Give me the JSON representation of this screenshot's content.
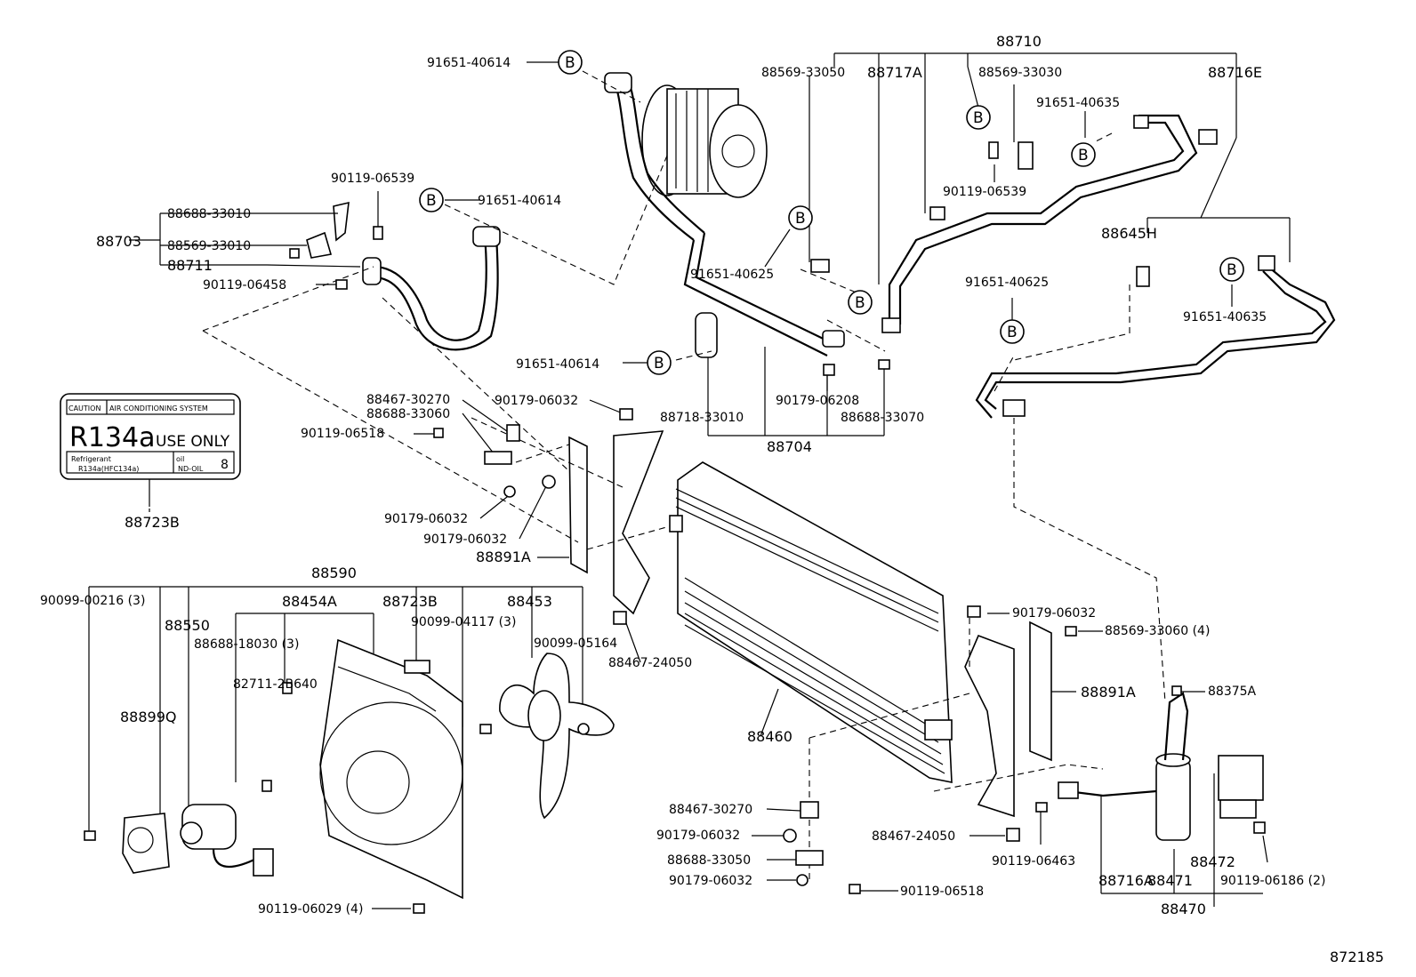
{
  "diagram_id": "872185",
  "callout_letter": "B",
  "labels": {
    "l_88710": "88710",
    "l_91651_40614_top": "91651-40614",
    "l_88569_33050": "88569-33050",
    "l_88717A": "88717A",
    "l_88569_33030": "88569-33030",
    "l_88716E": "88716E",
    "l_91651_40635_top": "91651-40635",
    "l_90119_06539_right": "90119-06539",
    "l_90119_06539_left": "90119-06539",
    "l_91651_40614_mid": "91651-40614",
    "l_88688_33010": "88688-33010",
    "l_88703": "88703",
    "l_88569_33010": "88569-33010",
    "l_88711": "88711",
    "l_90119_06458": "90119-06458",
    "l_91651_40625_mid": "91651-40625",
    "l_88645H": "88645H",
    "l_91651_40625_right": "91651-40625",
    "l_91651_40635_right": "91651-40635",
    "l_91651_40614_low": "91651-40614",
    "l_90179_06208": "90179-06208",
    "l_88718_33010": "88718-33010",
    "l_88688_33070": "88688-33070",
    "l_88704": "88704",
    "l_88467_30270_top": "88467-30270",
    "l_90179_06032_a": "90179-06032",
    "l_88688_33060": "88688-33060",
    "l_90119_06518_left": "90119-06518",
    "l_90179_06032_b": "90179-06032",
    "l_90179_06032_c": "90179-06032",
    "l_88891A_left": "88891A",
    "l_88723B_label": "88723B",
    "l_88590": "88590",
    "l_90099_00216": "90099-00216 (3)",
    "l_88454A": "88454A",
    "l_88723B_fan": "88723B",
    "l_88453": "88453",
    "l_88550": "88550",
    "l_90099_04117": "90099-04117 (3)",
    "l_88688_18030": "88688-18030 (3)",
    "l_90099_05164": "90099-05164",
    "l_82711_2B640": "82711-2B640",
    "l_88467_24050_top": "88467-24050",
    "l_88899Q": "88899Q",
    "l_88460": "88460",
    "l_90179_06032_d": "90179-06032",
    "l_88569_33060_4": "88569-33060 (4)",
    "l_88891A_right": "88891A",
    "l_88375A": "88375A",
    "l_88467_30270_low": "88467-30270",
    "l_90179_06032_e": "90179-06032",
    "l_88467_24050_low": "88467-24050",
    "l_88688_33050": "88688-33050",
    "l_90119_06463": "90119-06463",
    "l_90179_06032_f": "90179-06032",
    "l_90119_06518_low": "90119-06518",
    "l_88472": "88472",
    "l_88716A": "88716A",
    "l_88471": "88471",
    "l_90119_06186": "90119-06186 (2)",
    "l_88470": "88470",
    "l_90119_06029": "90119-06029 (4)"
  },
  "caution_label": {
    "caution": "CAUTION",
    "system": "AIR CONDITIONING SYSTEM",
    "refrigerant_code": "R134a",
    "use_only": "USE ONLY",
    "refrigerant_word": "Refrigerant",
    "refrigerant_type": "R134a(HFC134a)",
    "oil_word": "oil",
    "oil_type": "ND-OIL",
    "oil_grade": "8"
  }
}
